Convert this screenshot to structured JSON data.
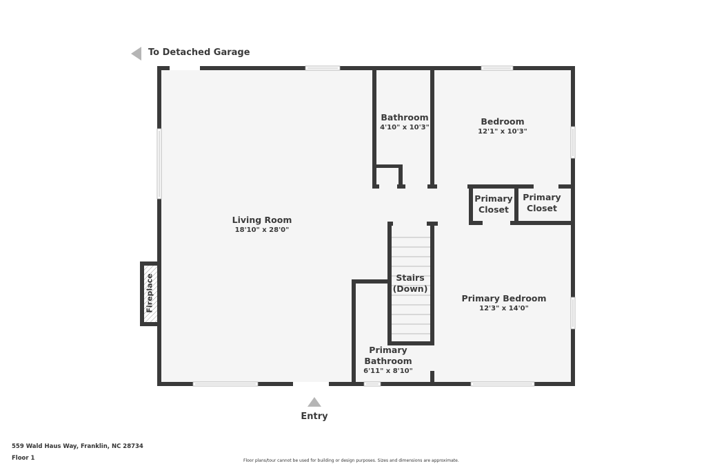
{
  "annotations": {
    "garage_arrow_label": "To Detached Garage",
    "entry_label": "Entry"
  },
  "rooms": [
    {
      "name": "Living Room",
      "dims": "18'10\" x 28'0\""
    },
    {
      "name": "Bathroom",
      "dims": "4'10\" x 10'3\""
    },
    {
      "name": "Bedroom",
      "dims": "12'1\" x 10'3\""
    },
    {
      "name_line1": "Primary",
      "name_line2": "Closet"
    },
    {
      "name_line1": "Primary",
      "name_line2": "Closet"
    },
    {
      "name_line1": "Stairs",
      "name_line2": "(Down)"
    },
    {
      "name": "Primary Bedroom",
      "dims": "12'3\" x 14'0\""
    },
    {
      "name_line1": "Primary",
      "name_line2": "Bathroom",
      "dims": "6'11\" x 8'10\""
    }
  ],
  "fixtures": {
    "fireplace": "Fireplace"
  },
  "footer": {
    "address": "559 Wald Haus Way, Franklin, NC 28734",
    "floor": "Floor 1",
    "disclaimer": "Floor plans/tour cannot be used for building or design purposes. Sizes and dimensions are approximate."
  },
  "colors": {
    "wall": "#3a3a3a",
    "floor_fill": "#f5f5f5",
    "arrow": "#b5b5b5"
  }
}
